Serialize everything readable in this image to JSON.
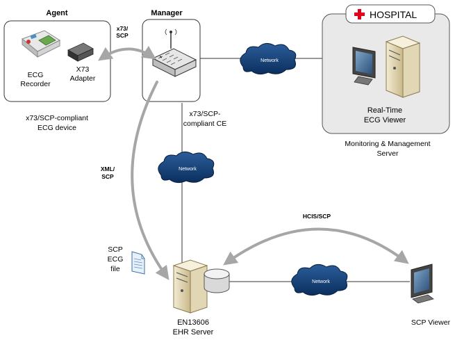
{
  "agent": {
    "heading": "Agent",
    "ecg_label_1": "ECG",
    "ecg_label_2": "Recorder",
    "adapter_label_1": "X73",
    "adapter_label_2": "Adapter",
    "caption_1": "x73/SCP-compliant",
    "caption_2": "ECG device"
  },
  "manager": {
    "heading": "Manager",
    "caption_1": "x73/SCP-",
    "caption_2": "compliant CE"
  },
  "hospital": {
    "title": "HOSPITAL",
    "viewer_1": "Real-Time",
    "viewer_2": "ECG Viewer",
    "caption_1": "Monitoring & Management",
    "caption_2": "Server"
  },
  "protocols": {
    "x73_1": "x73/",
    "x73_2": "SCP",
    "xml_1": "XML/",
    "xml_2": "SCP",
    "hcis": "HCIS/SCP"
  },
  "network_label": "Network",
  "scp_file": {
    "line1": "SCP",
    "line2": "ECG",
    "line3": "file"
  },
  "ehr": {
    "line1": "EN13606",
    "line2": "EHR Server"
  },
  "scp_viewer": "SCP Viewer",
  "colors": {
    "arrow": "#a6a6a6",
    "cloud": "#0b2f5e",
    "hospital_bg": "#e9e9e9",
    "cross": "#e3001b"
  }
}
